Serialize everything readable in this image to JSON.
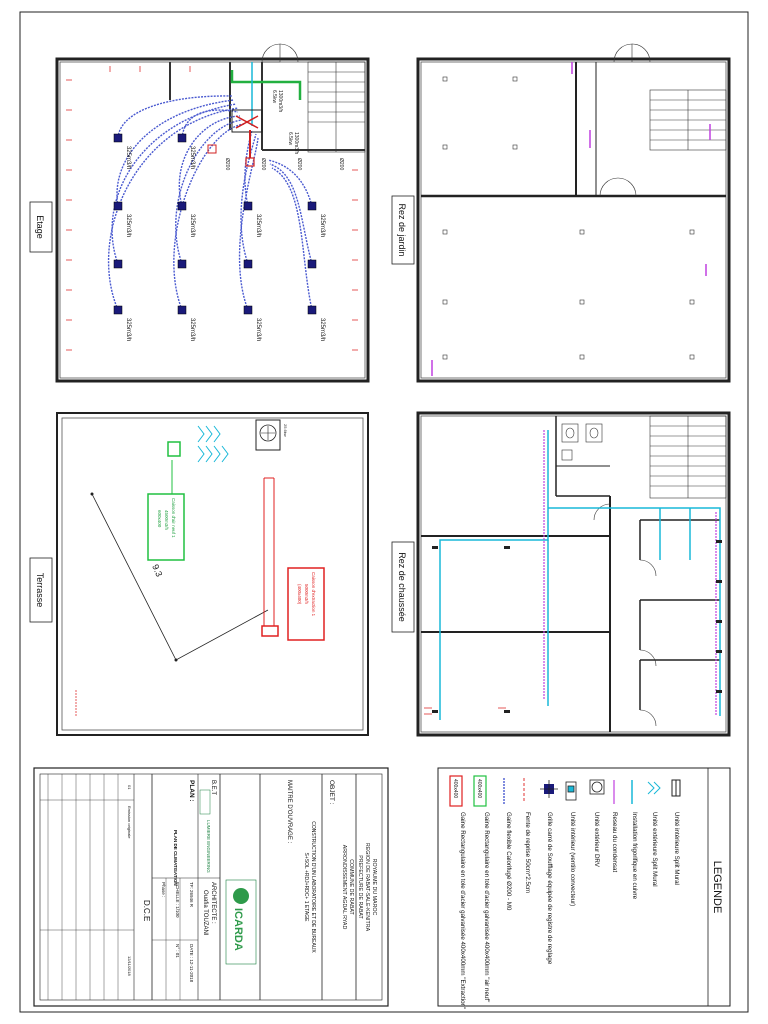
{
  "plans": {
    "etage": "Etage",
    "rez_jardin": "Rez de jardin",
    "terrasse": "Terrasse",
    "rez_chaussee": "Rez de chaussée"
  },
  "airflow": "325m3/h",
  "duct_labels": [
    "Ø200",
    "Ø200",
    "Ø200",
    "Ø200"
  ],
  "terrace": {
    "dimension": "9.3",
    "green_box": [
      "Caisson d'air neuf 1",
      "4500m3/h",
      "600x400"
    ],
    "red_box": [
      "Caisson d'extraction 1",
      "5000m3/h",
      "(400x400)"
    ]
  },
  "legend": {
    "title": "LEGENDE",
    "items": [
      {
        "symbol": "split-indoor-icon",
        "text": "Unité intérieure Split Mural"
      },
      {
        "symbol": "split-outdoor-icon",
        "text": "Unité extérieure Split Mural"
      },
      {
        "symbol": "copper-line",
        "text": "Installation frigorifique en cuivre"
      },
      {
        "symbol": "condensate-line",
        "text": "Reseau du condensat"
      },
      {
        "symbol": "drv-outdoor-icon",
        "text": "Unité extérieur DRV"
      },
      {
        "symbol": "fancoil-icon",
        "text": "Unité intérieur (ventilo convecteur)"
      },
      {
        "symbol": "grille-icon",
        "text": "Grille carré de Soufflage équipée de registre de reglage"
      },
      {
        "symbol": "return-grille",
        "text": "Fente de reprise 50cm*2.5cm"
      },
      {
        "symbol": "flex-duct",
        "text": "Gaine flexible Calorifugé Ø200 - M0"
      },
      {
        "symbol": "green-duct",
        "tag": "400x400",
        "text": "Gaine Rectangulaire en tole d'acier galvanisée 400x400mm \"air neuf\""
      },
      {
        "symbol": "red-duct",
        "tag": "400x400",
        "text": "Gaine Rectangulaire en tole d'acier galvanisée 400x400mm \"Extraction\""
      }
    ]
  },
  "title_block": {
    "header": [
      "ROYAUME DU MAROC",
      "REGION DE RABAT-SALE-KENITRA",
      "PREFECTURE DE RABAT",
      "COMMUNE DE RABAT",
      "ARRONDISSEMENT AGDAL RYAD"
    ],
    "objet_label": "OBJET :",
    "objet": [
      "CONSTRUCTION D'UN LABORATOIRE ET DE BUREAUX",
      "S+SOL +RDJ+RDC+ 1 ETAGE"
    ],
    "maitre_label": "MAITRE D'OUVRAGE :",
    "logo": "ICARDA",
    "bet_label": "B.E.T",
    "bet_name": "LUMIERE ENGINEERING",
    "architect_label": "ARCHITECTE :",
    "architect_name": "Ouafia TOUZANI",
    "plan_label": "PLAN :",
    "plan_name": "PLAN DE CLIMATISATION",
    "tf": "TF: 26946 R",
    "date": "DATE : 12-11-2018",
    "echelle": "ECHELLE : 1/100",
    "no": "N° : 01",
    "phase_label": "Phase :",
    "phase": "D.C.E",
    "revision_no": "01",
    "revision_text": "Emission originale",
    "revision_date": "12/11/2018"
  }
}
